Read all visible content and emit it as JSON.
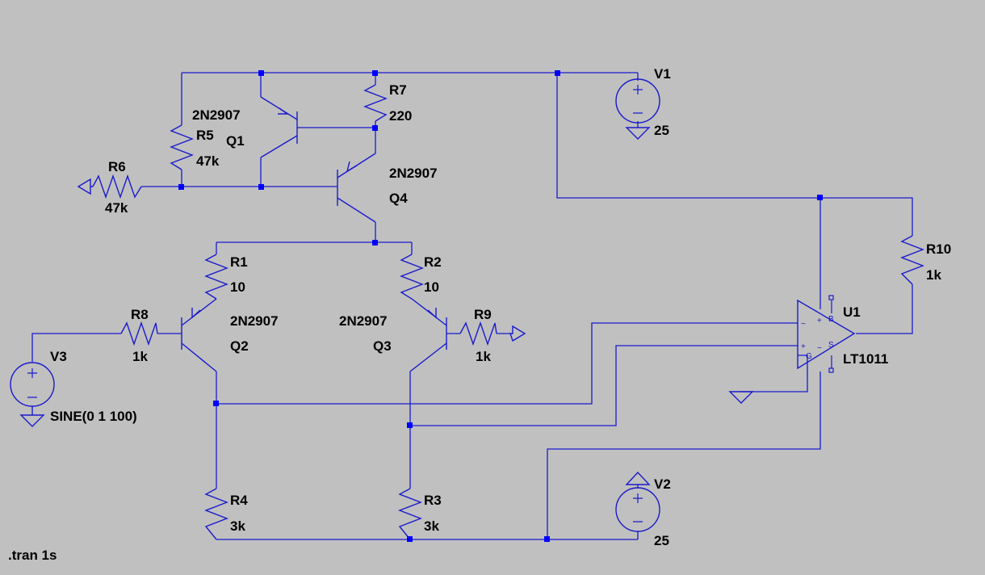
{
  "components": {
    "V1": {
      "name": "V1",
      "value": "25"
    },
    "V2": {
      "name": "V2",
      "value": "25"
    },
    "V3": {
      "name": "V3",
      "value": "SINE(0 1 100)"
    },
    "Q1": {
      "name": "Q1",
      "model": "2N2907"
    },
    "Q2": {
      "name": "Q2",
      "model": "2N2907"
    },
    "Q3": {
      "name": "Q3",
      "model": "2N2907"
    },
    "Q4": {
      "name": "Q4",
      "model": "2N2907"
    },
    "R1": {
      "name": "R1",
      "value": "10"
    },
    "R2": {
      "name": "R2",
      "value": "10"
    },
    "R3": {
      "name": "R3",
      "value": "3k"
    },
    "R4": {
      "name": "R4",
      "value": "3k"
    },
    "R5": {
      "name": "R5",
      "value": "47k"
    },
    "R6": {
      "name": "R6",
      "value": "47k"
    },
    "R7": {
      "name": "R7",
      "value": "220"
    },
    "R8": {
      "name": "R8",
      "value": "1k"
    },
    "R9": {
      "name": "R9",
      "value": "1k"
    },
    "R10": {
      "name": "R10",
      "value": "1k"
    },
    "U1": {
      "name": "U1",
      "model": "LT1011"
    }
  },
  "opamp_pins": {
    "minus": "−",
    "plus": "+",
    "g": "G",
    "b": "B",
    "s": "S",
    "v_plus": "+",
    "v_minus": "−"
  },
  "directive": ".tran 1s"
}
